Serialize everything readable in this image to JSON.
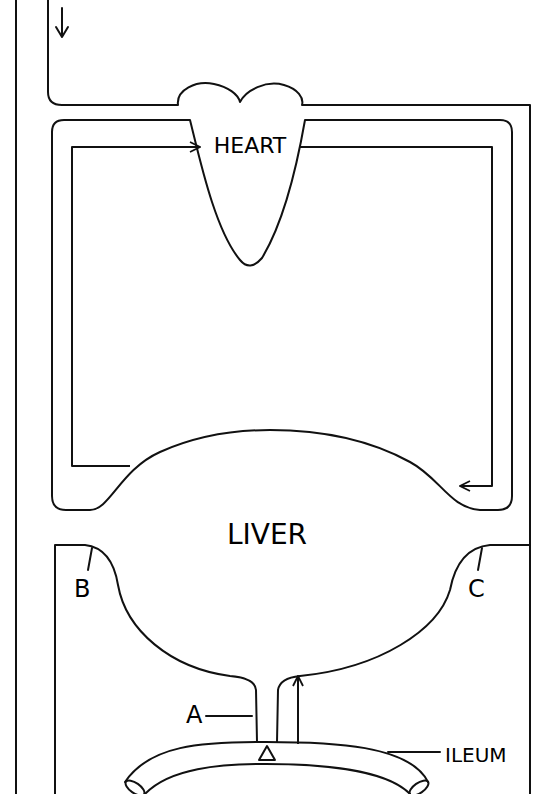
{
  "diagram": {
    "nodes": [
      {
        "text": [
          "HEART"
        ]
      },
      {
        "text": [
          "LIVER"
        ]
      },
      {
        "text": [
          "ILEUM"
        ]
      }
    ],
    "edges": [
      {
        "from": 0,
        "to": 1,
        "arrow": "to"
      },
      {
        "from": 1,
        "to": 0,
        "arrow": "to"
      },
      {
        "from": 2,
        "to": 1,
        "arrow": "to"
      }
    ],
    "labels": [
      "A",
      "B",
      "C"
    ]
  }
}
